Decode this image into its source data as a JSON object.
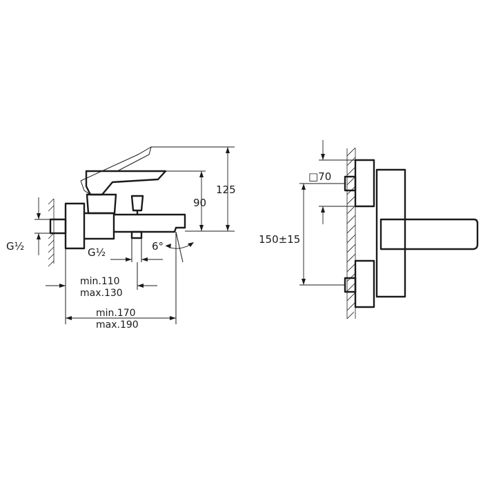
{
  "side_view": {
    "dim_height_total": "125",
    "dim_height_spout": "90",
    "thread_wall": "G½",
    "thread_outlet": "G½",
    "angle": "6°",
    "dim_outlet_min": "min.110",
    "dim_outlet_max": "max.130",
    "dim_spout_min": "min.170",
    "dim_spout_max": "max.190"
  },
  "front_view": {
    "flange_size": "□70",
    "centre_distance": "150±15"
  }
}
